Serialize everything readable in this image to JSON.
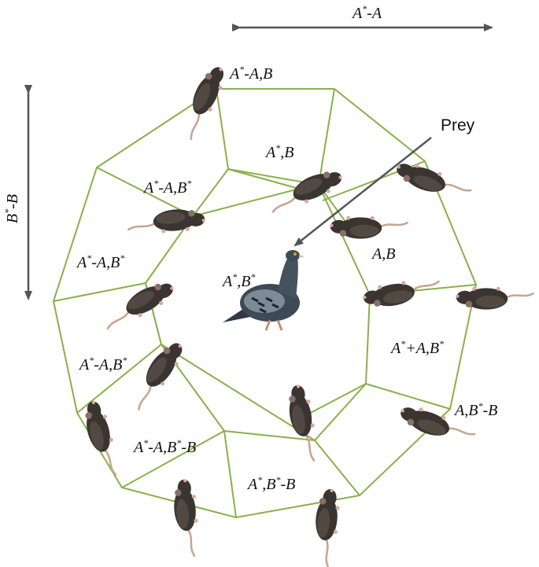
{
  "labels": {
    "top_arrow": {
      "base": "A",
      "sup": "*",
      "rest": "-A"
    },
    "left_arrow": {
      "base": "B",
      "sup": "*",
      "rest": "-B"
    },
    "prey": "Prey",
    "l1": {
      "p1": "A",
      "s1": "*",
      "p2": "-A,B",
      "s2": "",
      "p3": ""
    },
    "l2": {
      "p1": "A",
      "s1": "*",
      "p2": ",B",
      "s2": "",
      "p3": ""
    },
    "l3": {
      "p1": "A",
      "s1": "*",
      "p2": "-A,B",
      "s2": "*",
      "p3": ""
    },
    "l4": {
      "p1": "A",
      "s1": "*",
      "p2": "-A,B",
      "s2": "*",
      "p3": ""
    },
    "l5": {
      "p1": "A",
      "s1": "*",
      "p2": ",B",
      "s2": "*",
      "p3": ""
    },
    "l6": {
      "p1": "A,B",
      "s1": "",
      "p2": "",
      "s2": "",
      "p3": ""
    },
    "l7": {
      "p1": "A",
      "s1": "*",
      "p2": "+A,B",
      "s2": "*",
      "p3": ""
    },
    "l8": {
      "p1": "A",
      "s1": "*",
      "p2": "-A,B",
      "s2": "*",
      "p3": ""
    },
    "l9": {
      "p1": "A,B",
      "s1": "*",
      "p2": "-B",
      "s2": "",
      "p3": ""
    },
    "l10": {
      "p1": "A",
      "s1": "*",
      "p2": "-A,B",
      "s2": "*",
      "p3": "-B"
    },
    "l11": {
      "p1": "A",
      "s1": "*",
      "p2": ",B",
      "s2": "*",
      "p3": "-B"
    }
  },
  "colors": {
    "edge": "#8ab04a",
    "arrow": "#555555",
    "rat": "#3a3530",
    "tail": "#c9a48f",
    "bird": "#3d4a55"
  }
}
